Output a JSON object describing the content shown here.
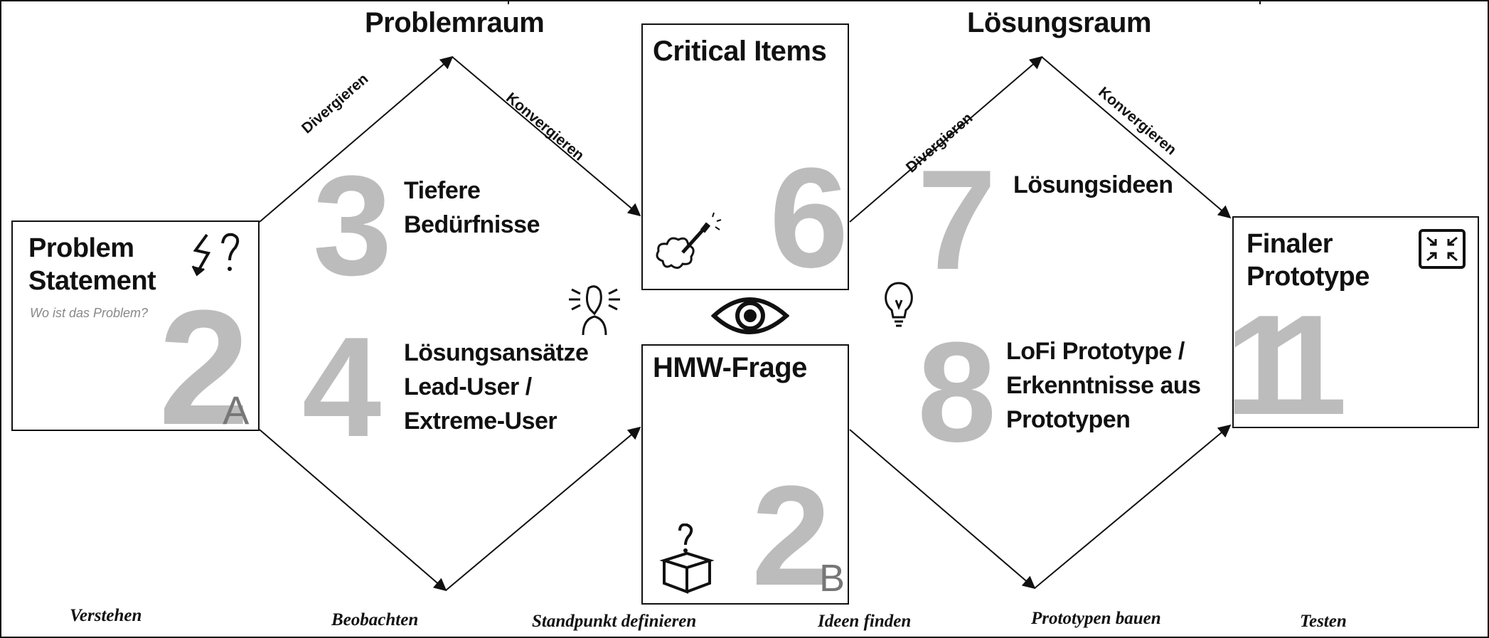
{
  "problem_statement": {
    "title_line1": "Problem",
    "title_line2": "Statement",
    "subtitle": "Wo ist das Problem?",
    "number": "2",
    "suffix": "A"
  },
  "problemraum": {
    "title": "Problemraum",
    "diverge": "Divergieren",
    "converge": "Konvergieren"
  },
  "loesungsraum": {
    "title": "Lösungsraum",
    "diverge": "Divergieren",
    "converge": "Konvergieren"
  },
  "step3": {
    "number": "3",
    "line1": "Tiefere",
    "line2": "Bedürfnisse"
  },
  "step4": {
    "number": "4",
    "line1": "Lösungsansätze",
    "line2": "Lead-User /",
    "line3": "Extreme-User"
  },
  "critical_items": {
    "title": "Critical Items",
    "number": "6"
  },
  "hmw": {
    "title": "HMW-Frage",
    "number": "2",
    "suffix": "B"
  },
  "step7": {
    "number": "7",
    "label": "Lösungsideen"
  },
  "step8": {
    "number": "8",
    "line1": "LoFi Prototype /",
    "line2": "Erkenntnisse aus",
    "line3": "Prototypen"
  },
  "final_prototype": {
    "title_line1": "Finaler",
    "title_line2": "Prototype",
    "number": "11"
  },
  "phases": [
    "Verstehen",
    "Beobachten",
    "Standpunkt definieren",
    "Ideen finden",
    "Prototypen bauen",
    "Testen"
  ],
  "icons": [
    "lightning-question-icon",
    "listener-icon",
    "eye-icon",
    "magic-wand-icon",
    "question-box-icon",
    "lightbulb-icon",
    "compress-arrows-icon"
  ]
}
